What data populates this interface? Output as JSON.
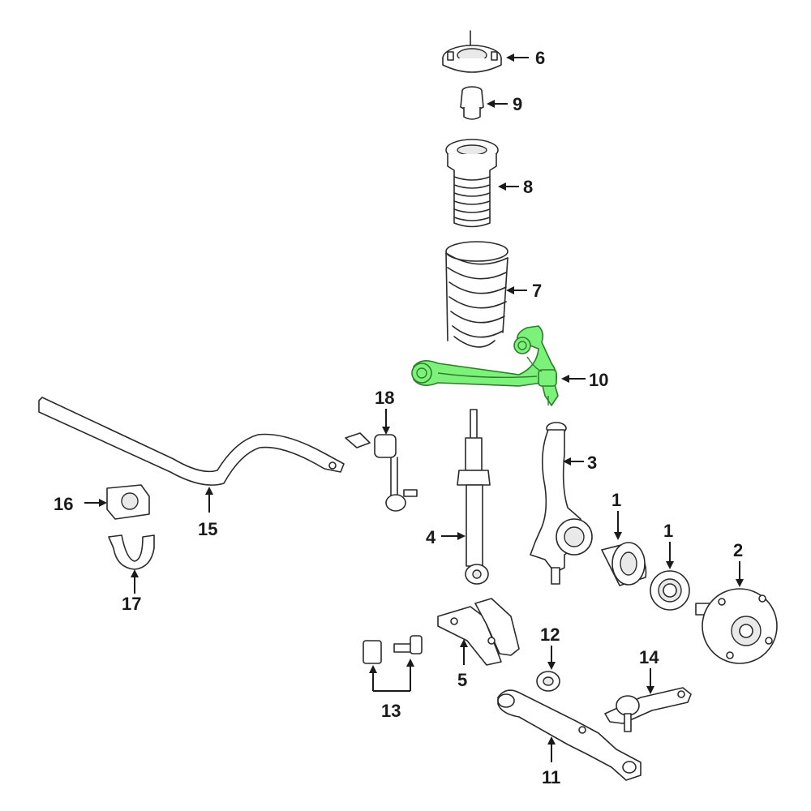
{
  "callouts": {
    "c1a": "1",
    "c1b": "1",
    "c2": "2",
    "c3": "3",
    "c4": "4",
    "c5": "5",
    "c6": "6",
    "c7": "7",
    "c8": "8",
    "c9": "9",
    "c10": "10",
    "c11": "11",
    "c12": "12",
    "c13": "13",
    "c14": "14",
    "c15": "15",
    "c16": "16",
    "c17": "17",
    "c18": "18"
  },
  "colors": {
    "highlight": "#7cf27a",
    "line": "#2a2a2a",
    "background": "#ffffff"
  },
  "highlighted_part": "10"
}
